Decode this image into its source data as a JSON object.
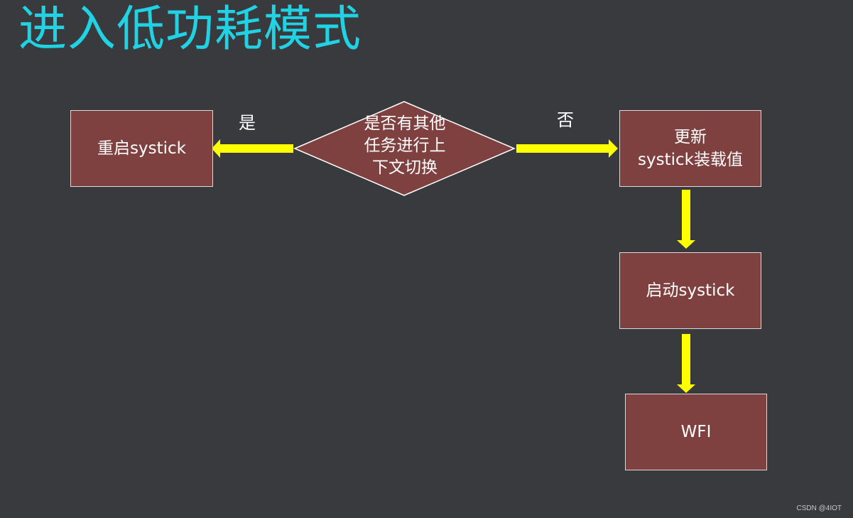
{
  "title": "进入低功耗模式",
  "decision": {
    "line1": "是否有其他",
    "line2": "任务进行上",
    "line3": "下文切换"
  },
  "branches": {
    "yes_label": "是",
    "no_label": "否"
  },
  "nodes": {
    "restart": "重启systick",
    "update_line1": "更新",
    "update_line2": "systick装载值",
    "start": "启动systick",
    "wfi": "WFI"
  },
  "watermark": "CSDN @4IOT",
  "colors": {
    "background": "#393a3e",
    "title": "#1fd3e4",
    "node_fill": "#7f4140",
    "node_border": "#d9d9d9",
    "arrow": "#ffff00",
    "text": "#ffffff"
  }
}
